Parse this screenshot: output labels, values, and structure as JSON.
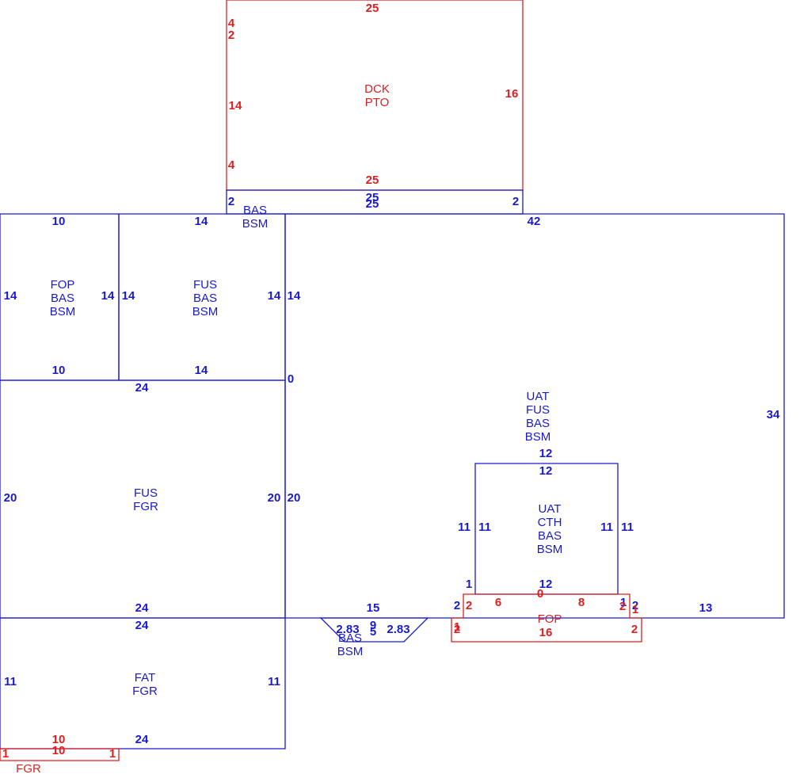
{
  "colors": {
    "blue": "#1a1acd",
    "red": "#dd1f1f"
  },
  "areas": [
    {
      "id": "deck",
      "color": "red",
      "lines": [
        "DCK",
        "PTO"
      ]
    },
    {
      "id": "bas-strip",
      "color": "blue",
      "lines": [
        "BAS",
        "BSM"
      ]
    },
    {
      "id": "fop-top",
      "color": "blue",
      "lines": [
        "FOP",
        "BAS",
        "BSM"
      ]
    },
    {
      "id": "fus-top",
      "color": "blue",
      "lines": [
        "FUS",
        "BAS",
        "BSM"
      ]
    },
    {
      "id": "main",
      "color": "blue",
      "lines": [
        "UAT",
        "FUS",
        "BAS",
        "BSM"
      ]
    },
    {
      "id": "garage-fus",
      "color": "blue",
      "lines": [
        "FUS",
        "FGR"
      ]
    },
    {
      "id": "cth",
      "color": "blue",
      "lines": [
        "UAT",
        "CTH",
        "BAS",
        "BSM"
      ]
    },
    {
      "id": "garage-fat",
      "color": "blue",
      "lines": [
        "FAT",
        "FGR"
      ]
    },
    {
      "id": "bay",
      "color": "blue",
      "lines": [
        "BAS",
        "BSM"
      ]
    },
    {
      "id": "fop-bottom",
      "color": "red",
      "lines": [
        "FOP"
      ]
    },
    {
      "id": "fgr-strip",
      "color": "red",
      "lines": [
        "FGR"
      ]
    }
  ],
  "dimensions": [
    {
      "t": "25",
      "c": "red"
    },
    {
      "t": "4",
      "c": "red"
    },
    {
      "t": "2",
      "c": "red"
    },
    {
      "t": "14",
      "c": "red"
    },
    {
      "t": "16",
      "c": "red"
    },
    {
      "t": "4",
      "c": "red"
    },
    {
      "t": "25",
      "c": "red"
    },
    {
      "t": "2",
      "c": "blue"
    },
    {
      "t": "25",
      "c": "blue"
    },
    {
      "t": "25",
      "c": "blue"
    },
    {
      "t": "2",
      "c": "blue"
    },
    {
      "t": "10",
      "c": "blue"
    },
    {
      "t": "14",
      "c": "blue"
    },
    {
      "t": "42",
      "c": "blue"
    },
    {
      "t": "14",
      "c": "blue"
    },
    {
      "t": "14",
      "c": "blue"
    },
    {
      "t": "14",
      "c": "blue"
    },
    {
      "t": "14",
      "c": "blue"
    },
    {
      "t": "14",
      "c": "blue"
    },
    {
      "t": "10",
      "c": "blue"
    },
    {
      "t": "14",
      "c": "blue"
    },
    {
      "t": "0",
      "c": "blue"
    },
    {
      "t": "24",
      "c": "blue"
    },
    {
      "t": "34",
      "c": "blue"
    },
    {
      "t": "12",
      "c": "blue"
    },
    {
      "t": "12",
      "c": "blue"
    },
    {
      "t": "20",
      "c": "blue"
    },
    {
      "t": "20",
      "c": "blue"
    },
    {
      "t": "20",
      "c": "blue"
    },
    {
      "t": "11",
      "c": "blue"
    },
    {
      "t": "11",
      "c": "blue"
    },
    {
      "t": "11",
      "c": "blue"
    },
    {
      "t": "11",
      "c": "blue"
    },
    {
      "t": "1",
      "c": "blue"
    },
    {
      "t": "12",
      "c": "blue"
    },
    {
      "t": "0",
      "c": "red"
    },
    {
      "t": "6",
      "c": "red"
    },
    {
      "t": "8",
      "c": "red"
    },
    {
      "t": "2",
      "c": "blue"
    },
    {
      "t": "2",
      "c": "red"
    },
    {
      "t": "1",
      "c": "blue"
    },
    {
      "t": "2",
      "c": "red"
    },
    {
      "t": "2",
      "c": "blue"
    },
    {
      "t": "1",
      "c": "red"
    },
    {
      "t": "24",
      "c": "blue"
    },
    {
      "t": "15",
      "c": "blue"
    },
    {
      "t": "13",
      "c": "blue"
    },
    {
      "t": "24",
      "c": "blue"
    },
    {
      "t": "2.83",
      "c": "blue"
    },
    {
      "t": "9",
      "c": "blue"
    },
    {
      "t": "5",
      "c": "blue"
    },
    {
      "t": "2.83",
      "c": "blue"
    },
    {
      "t": "1",
      "c": "red"
    },
    {
      "t": "2",
      "c": "red"
    },
    {
      "t": "16",
      "c": "red"
    },
    {
      "t": "2",
      "c": "red"
    },
    {
      "t": "11",
      "c": "blue"
    },
    {
      "t": "11",
      "c": "blue"
    },
    {
      "t": "10",
      "c": "red"
    },
    {
      "t": "24",
      "c": "blue"
    },
    {
      "t": "10",
      "c": "red"
    },
    {
      "t": "1",
      "c": "red"
    },
    {
      "t": "1",
      "c": "red"
    }
  ]
}
